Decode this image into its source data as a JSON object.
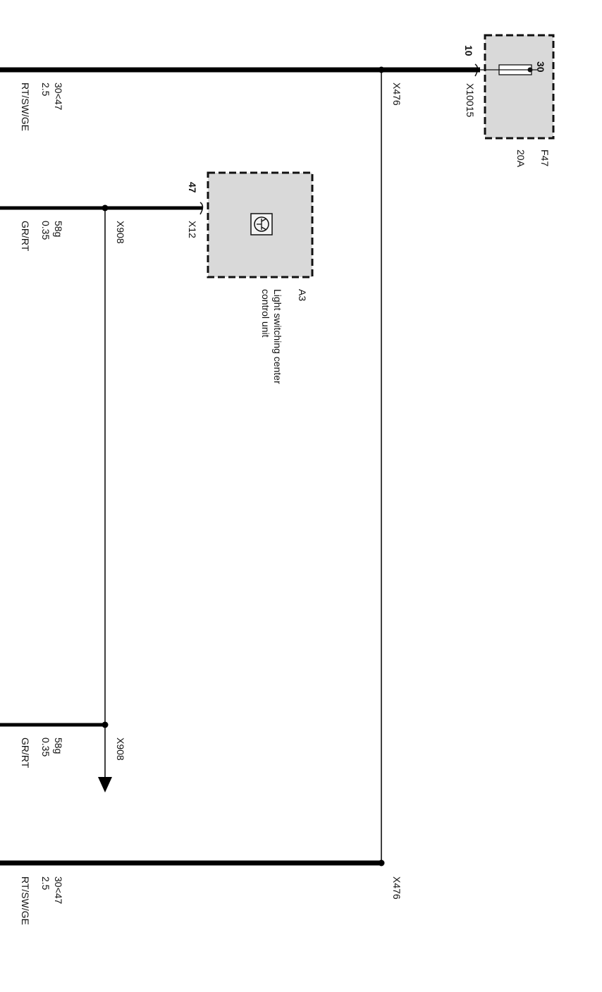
{
  "diagram": {
    "fuse": {
      "id": "F47",
      "rating": "20A",
      "pin_in": "30",
      "pin_out": "10",
      "connector": "X10015"
    },
    "control_unit": {
      "id": "A3",
      "name_line1": "Light switching center",
      "name_line2": "control unit",
      "pin": "47",
      "connector": "X12"
    },
    "splices": {
      "x476_top": "X476",
      "x476_bottom": "X476",
      "x908_top": "X908",
      "x908_bottom": "X908"
    },
    "wires": {
      "main_top": {
        "circuit": "30<47",
        "size": "2.5",
        "color": "RT/SW/GE"
      },
      "main_bottom": {
        "circuit": "30<47",
        "size": "2.5",
        "color": "RT/SW/GE"
      },
      "signal_top": {
        "circuit": "58g",
        "size": "0.35",
        "color": "GR/RT"
      },
      "signal_bottom": {
        "circuit": "58g",
        "size": "0.35",
        "color": "GR/RT"
      }
    },
    "colors": {
      "wire": "#000000",
      "component_fill": "#d9d9d9",
      "component_border": "#111111"
    }
  }
}
